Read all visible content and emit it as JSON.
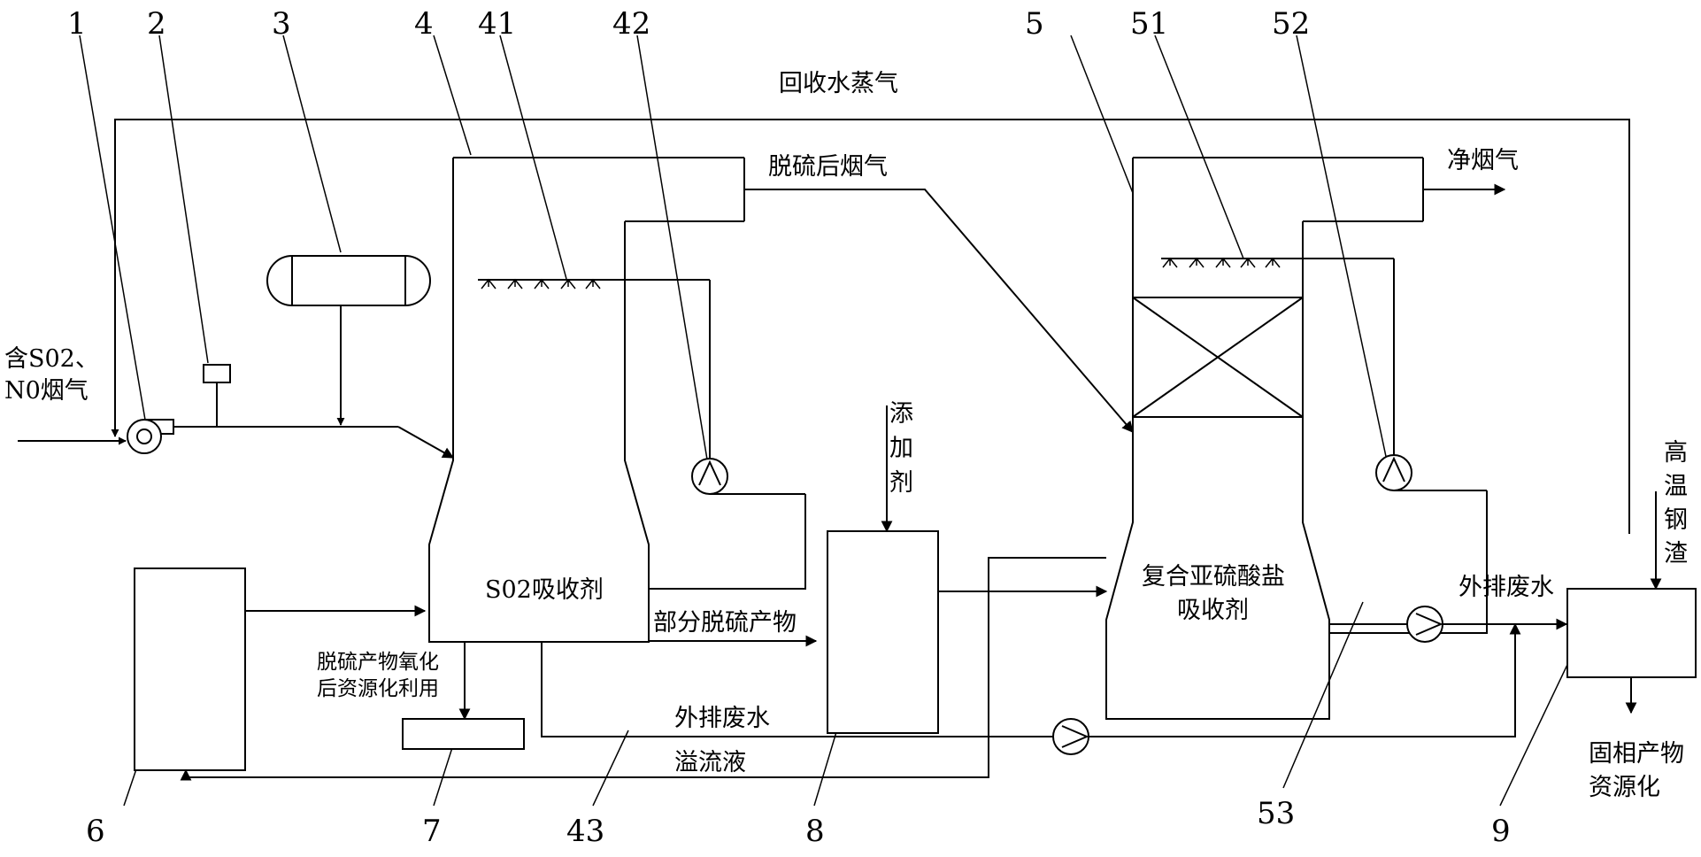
{
  "numbers": {
    "n1": "1",
    "n2": "2",
    "n3": "3",
    "n4": "4",
    "n41": "41",
    "n42": "42",
    "n5": "5",
    "n51": "51",
    "n52": "52",
    "n6": "6",
    "n7": "7",
    "n43": "43",
    "n8": "8",
    "n53": "53",
    "n9": "9"
  },
  "labels": {
    "inlet_line1": "含S02、",
    "inlet_line2": "N0烟气",
    "recovered_steam": "回收水蒸气",
    "desulf_flue_gas": "脱硫后烟气",
    "clean_flue_gas": "净烟气",
    "additive_1": "添",
    "additive_2": "加",
    "additive_3": "剂",
    "so2_absorbent": "S02吸收剂",
    "partial_product": "部分脱硫产物",
    "oxidation_line1": "脱硫产物氧化",
    "oxidation_line2": "后资源化利用",
    "wastewater_mid": "外排废水",
    "overflow": "溢流液",
    "composite_line1": "复合亚硫酸盐",
    "composite_line2": "吸收剂",
    "wastewater_right": "外排废水",
    "slag_1": "高",
    "slag_2": "温",
    "slag_3": "钢",
    "slag_4": "渣",
    "solid_line1": "固相产物",
    "solid_line2": "资源化"
  }
}
